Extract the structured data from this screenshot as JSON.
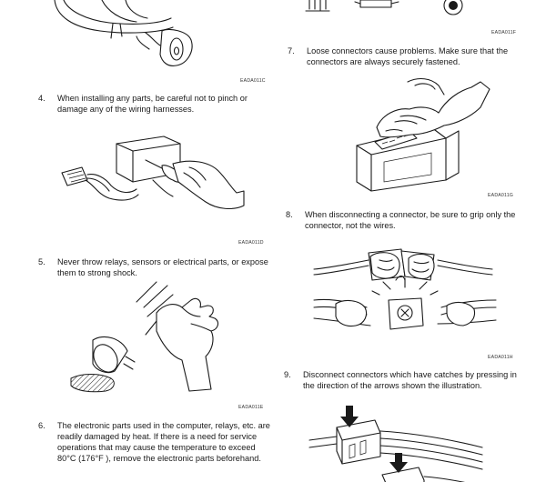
{
  "figure_codes": {
    "fig_top_left": "EADA011C",
    "fig_top_right": "EADA011F",
    "fig_item4": "EADA011D",
    "fig_item7": "EADA011G",
    "fig_item5": "EADA011E",
    "fig_item8": "EADA011H"
  },
  "items": {
    "item4": {
      "number": "4.",
      "text": "When installing any parts, be careful not to pinch or damage any of the wiring harnesses."
    },
    "item5": {
      "number": "5.",
      "text": "Never throw relays, sensors or electrical parts, or expose them to strong shock."
    },
    "item6": {
      "number": "6.",
      "text": "The electronic parts used in the computer, relays, etc. are readily damaged by heat.  If there is a need for service operations that may cause the temperature to exceed 80°C (176°F ), remove the electronic parts beforehand."
    },
    "item7": {
      "number": "7.",
      "text": "Loose connectors cause problems.  Make sure that the connectors are always securely fastened."
    },
    "item8": {
      "number": "8.",
      "text": "When disconnecting a connector, be sure to grip only the connector, not the wires."
    },
    "item9": {
      "number": "9.",
      "text": "Disconnect connectors which have catches by pressing in the direction of the arrows shown the illustration."
    }
  }
}
